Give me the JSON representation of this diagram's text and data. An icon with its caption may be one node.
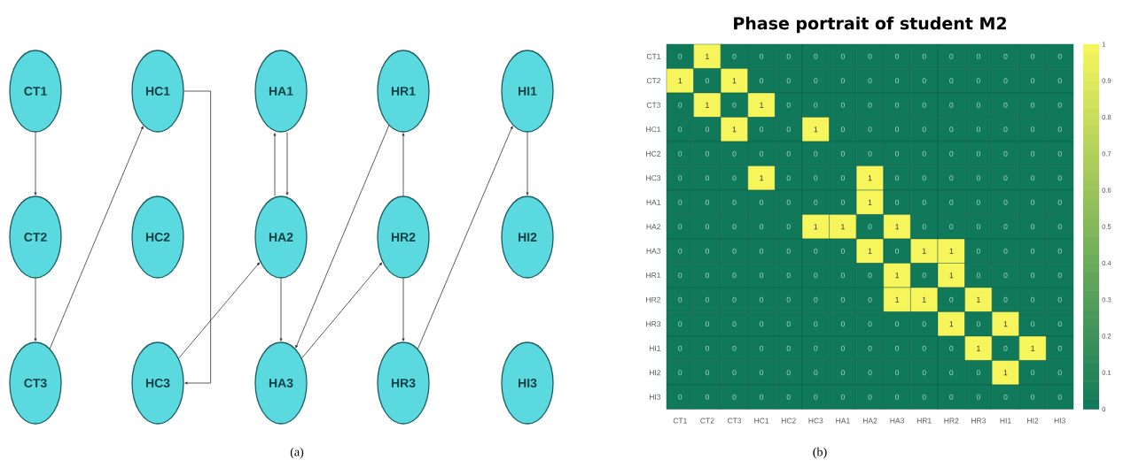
{
  "diagram": {
    "nodes": [
      {
        "text": [
          "CT1"
        ]
      },
      {
        "text": [
          "CT2"
        ]
      },
      {
        "text": [
          "CT3"
        ]
      },
      {
        "text": [
          "HC1"
        ]
      },
      {
        "text": [
          "HC2"
        ]
      },
      {
        "text": [
          "HC3"
        ]
      },
      {
        "text": [
          "HA1"
        ]
      },
      {
        "text": [
          "HA2"
        ]
      },
      {
        "text": [
          "HA3"
        ]
      },
      {
        "text": [
          "HR1"
        ]
      },
      {
        "text": [
          "HR2"
        ]
      },
      {
        "text": [
          "HR3"
        ]
      },
      {
        "text": [
          "HI1"
        ]
      },
      {
        "text": [
          "HI2"
        ]
      },
      {
        "text": [
          "HI3"
        ]
      }
    ],
    "edges": [
      {
        "from": 0,
        "to": 1,
        "arrow": "to"
      },
      {
        "from": 1,
        "to": 2,
        "arrow": "to"
      },
      {
        "from": 2,
        "to": 3,
        "arrow": "to"
      },
      {
        "from": 3,
        "to": 5,
        "arrow": "to"
      },
      {
        "from": 5,
        "to": 7,
        "arrow": "to"
      },
      {
        "from": 7,
        "to": 6,
        "arrow": "to"
      },
      {
        "from": 6,
        "to": 7,
        "arrow": "to"
      },
      {
        "from": 7,
        "to": 8,
        "arrow": "to"
      },
      {
        "from": 9,
        "to": 8,
        "arrow": "to"
      },
      {
        "from": 8,
        "to": 10,
        "arrow": "to"
      },
      {
        "from": 10,
        "to": 9,
        "arrow": "to"
      },
      {
        "from": 10,
        "to": 11,
        "arrow": "to"
      },
      {
        "from": 11,
        "to": 12,
        "arrow": "to"
      },
      {
        "from": 12,
        "to": 13,
        "arrow": "to"
      }
    ],
    "labels": [
      "Phase portrait of student M2",
      "CT1",
      "0",
      "1",
      "0",
      "0",
      "0",
      "0",
      "0",
      "0",
      "0",
      "0",
      "0",
      "0",
      "0",
      "0",
      "0",
      "CT2",
      "1",
      "0",
      "1",
      "0",
      "0",
      "0",
      "0",
      "0",
      "0",
      "0",
      "0",
      "0",
      "0",
      "0",
      "0",
      "CT3",
      "0",
      "1",
      "0",
      "1",
      "0",
      "0",
      "0",
      "0",
      "0",
      "0",
      "0",
      "0",
      "0",
      "0",
      "0",
      "HC1",
      "0",
      "0",
      "1",
      "0",
      "0",
      "1",
      "0",
      "0",
      "0",
      "0",
      "0",
      "0",
      "0",
      "0",
      "0",
      "HC2",
      "0",
      "0",
      "0",
      "0",
      "0",
      "0",
      "0",
      "0",
      "0",
      "0",
      "0",
      "0",
      "0",
      "0",
      "0",
      "HC3",
      "0",
      "0",
      "0",
      "1",
      "0",
      "0",
      "0",
      "1",
      "0",
      "0",
      "0",
      "0",
      "0",
      "0",
      "0",
      "HA1",
      "0",
      "0",
      "0",
      "0",
      "0",
      "0",
      "0",
      "1",
      "0",
      "0",
      "0",
      "0",
      "0",
      "0",
      "0",
      "HA2",
      "0",
      "0",
      "0",
      "0",
      "0",
      "1",
      "1",
      "0",
      "1",
      "0",
      "0",
      "0",
      "0",
      "0",
      "0",
      "HA3",
      "0",
      "0",
      "0",
      "0",
      "0",
      "0",
      "0",
      "1",
      "0",
      "1",
      "1",
      "0",
      "0",
      "0",
      "0",
      "HR1",
      "0",
      "0",
      "0",
      "0",
      "0",
      "0",
      "0",
      "0",
      "1",
      "0",
      "1",
      "0",
      "0",
      "0",
      "0",
      "HR2",
      "0",
      "0",
      "0",
      "0",
      "0",
      "0",
      "0",
      "0",
      "1",
      "1",
      "0",
      "1",
      "0",
      "0",
      "0",
      "HR3",
      "0",
      "0",
      "0",
      "0",
      "0",
      "0",
      "0",
      "0",
      "0",
      "0",
      "1",
      "0",
      "1",
      "0",
      "0",
      "HI1",
      "0",
      "0",
      "0",
      "0",
      "0",
      "0",
      "0",
      "0",
      "0",
      "0",
      "0",
      "1",
      "0",
      "1",
      "0",
      "HI2",
      "0",
      "0",
      "0",
      "0",
      "0",
      "0",
      "0",
      "0",
      "0",
      "0",
      "0",
      "0",
      "1",
      "0",
      "0",
      "HI3",
      "0",
      "0",
      "0",
      "0",
      "0",
      "0",
      "0",
      "0",
      "0",
      "0",
      "0",
      "0",
      "0",
      "0",
      "0",
      "CT1",
      "CT2",
      "CT3",
      "HC1",
      "HC2",
      "HC3",
      "HA1",
      "HA2",
      "HA3",
      "HR1",
      "HR2",
      "HR3",
      "HI1",
      "HI2",
      "HI3",
      "1",
      "0.9",
      "0.8",
      "0.7",
      "0.6",
      "0.5",
      "0.4",
      "0.3",
      "0.2",
      "0.1",
      "0",
      "(a)",
      "(b)"
    ]
  }
}
